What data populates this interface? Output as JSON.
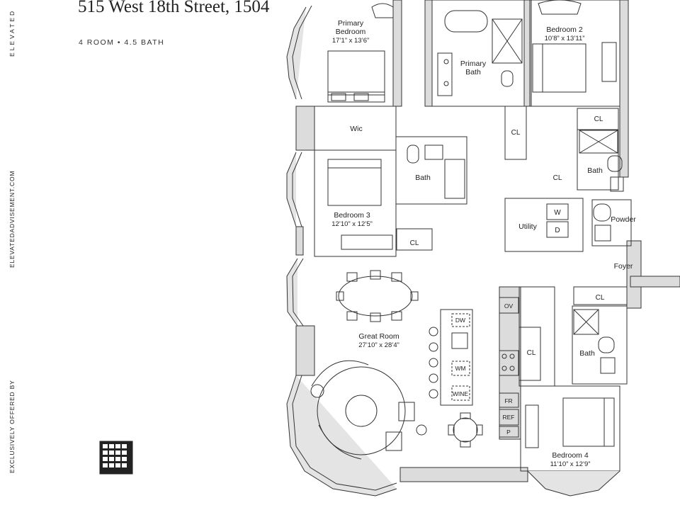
{
  "header": {
    "title": "515 West 18th Street, 1504",
    "subtitle": "4 ROOM • 4.5 BATH"
  },
  "side": {
    "brand": "ELEVATED",
    "website": "ELEVATEDADVISEMENT.COM",
    "offered": "EXCLUSIVELY OFFERED BY"
  },
  "rooms": {
    "primary_bedroom": {
      "name1": "Primary",
      "name2": "Bedroom",
      "dims": "17’1” x 13’6”"
    },
    "primary_bath": {
      "name1": "Primary",
      "name2": "Bath"
    },
    "bedroom2": {
      "name": "Bedroom 2",
      "dims": "10’8” x 13’11”"
    },
    "wic": "Wic",
    "bath_mid": "Bath",
    "bedroom3": {
      "name": "Bedroom 3",
      "dims": "12’10” x 12’5”"
    },
    "bath_right": "Bath",
    "utility": "Utility",
    "powder": "Powder",
    "foyer": "Foyer",
    "great_room": {
      "name": "Great Room",
      "dims": "27’10” x 28’4”"
    },
    "bath_lower": "Bath",
    "bedroom4": {
      "name": "Bedroom 4",
      "dims": "11’10” x 12’9”"
    }
  },
  "labels": {
    "cl": "CL",
    "washer": "W",
    "dryer": "D",
    "oven": "OV",
    "dishwasher": "DW",
    "wm": "WM",
    "wine": "WINE",
    "freezer": "FR",
    "refrigerator": "REF",
    "pantry": "P"
  },
  "colors": {
    "wall": "#dcdcdc",
    "line": "#333333",
    "text": "#222222"
  }
}
